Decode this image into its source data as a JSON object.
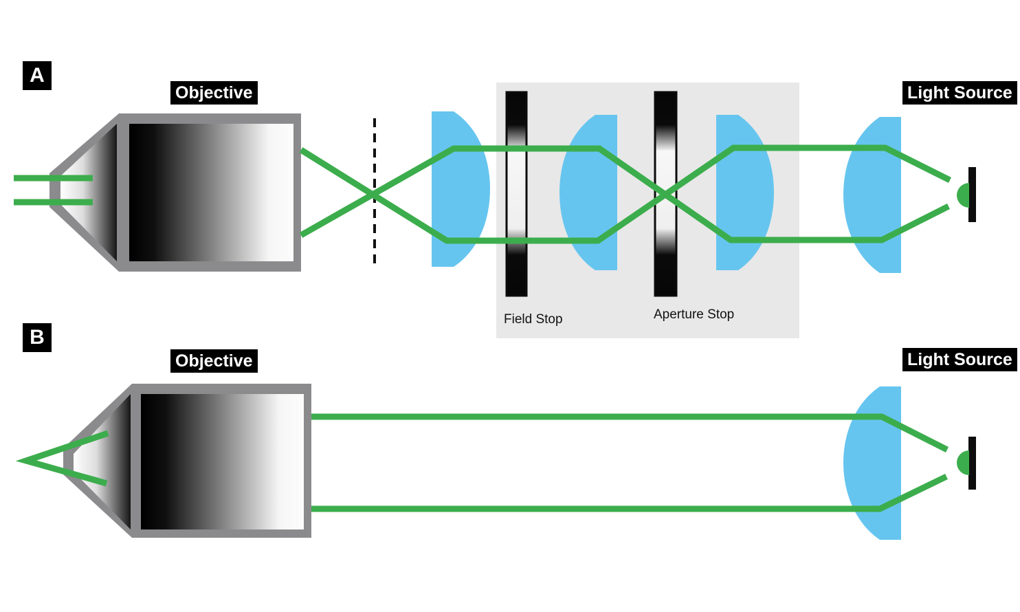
{
  "panel_a": {
    "badge": "A",
    "objective_label": "Objective",
    "light_source_label": "Light Source",
    "field_stop_label": "Field Stop",
    "aperture_stop_label": "Aperture Stop"
  },
  "panel_b": {
    "badge": "B",
    "objective_label": "Objective",
    "light_source_label": "Light Source"
  },
  "colors": {
    "ray-green": "#3cad4c",
    "lens-blue": "#66c5ef",
    "metal-gray": "#8b8b8d",
    "panel-gray": "#e8e8e8",
    "label-bg": "#000000",
    "label-fg": "#ffffff",
    "ink": "#111111"
  }
}
